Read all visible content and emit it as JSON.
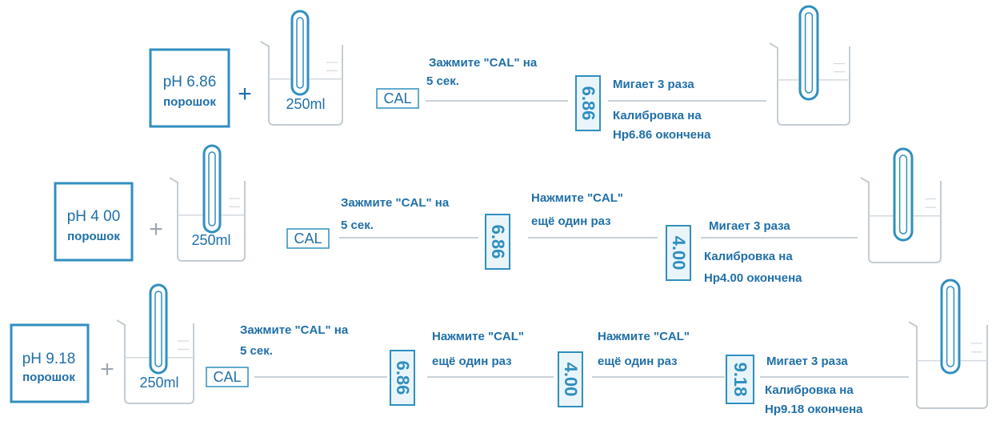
{
  "accent_color": "#2f8fbf",
  "text_color": "#1f6fa8",
  "header_fragment": "",
  "rows": [
    {
      "powder": {
        "ph_label": "pH 6.86",
        "name": "порошок"
      },
      "plus": "+",
      "beaker_volume": "250ml",
      "cal_button": "CAL",
      "hold_instruction": [
        "Зажмите \"CAL\" на",
        "5 сек."
      ],
      "press_instructions": [],
      "displays": [
        "6.86"
      ],
      "flash_text": "Мигает 3 раза",
      "done_text": [
        "Калибровка на",
        "Hp6.86 окончена"
      ]
    },
    {
      "powder": {
        "ph_label": "pH 4 00",
        "name": "порошок"
      },
      "plus": "+",
      "beaker_volume": "250ml",
      "cal_button": "CAL",
      "hold_instruction": [
        "Зажмите \"CAL\" на",
        "5 сек."
      ],
      "press_instructions": [
        [
          "Нажмите \"CAL\"",
          "ещё один раз"
        ]
      ],
      "displays": [
        "6.86",
        "4.00"
      ],
      "flash_text": "Мигает 3 раза",
      "done_text": [
        "Калибровка на",
        "Hp4.00 окончена"
      ]
    },
    {
      "powder": {
        "ph_label": "pH 9.18",
        "name": "порошок"
      },
      "plus": "+",
      "beaker_volume": "250ml",
      "cal_button": "CAL",
      "hold_instruction": [
        "Зажмите \"CAL\" на",
        "5 сек."
      ],
      "press_instructions": [
        [
          "Нажмите \"CAL\"",
          "ещё один раз"
        ],
        [
          "Нажмите \"CAL\"",
          "ещё один раз"
        ]
      ],
      "displays": [
        "6.86",
        "4.00",
        "9.18"
      ],
      "flash_text": "Мигает 3 раза",
      "done_text": [
        "Калибровка на",
        "Hp9.18 окончена"
      ]
    }
  ]
}
